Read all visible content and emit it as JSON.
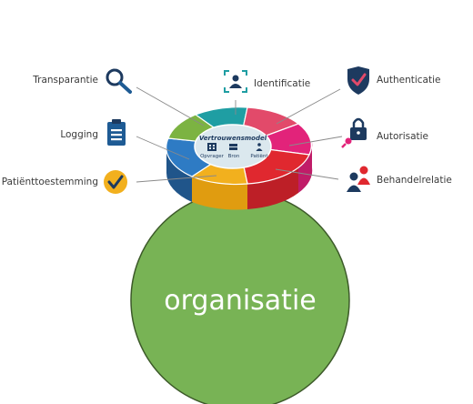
{
  "diagram": {
    "center_label": "organisatie",
    "hub": {
      "title": "Vertrouwensmodel",
      "roles": [
        "Opvrager",
        "Bron",
        "Patiënt"
      ]
    },
    "features": [
      {
        "label": "Transparantie",
        "icon": "magnifier-icon",
        "color": "#7cb342"
      },
      {
        "label": "Identificatie",
        "icon": "user-scan-icon",
        "color": "#1f9ea3"
      },
      {
        "label": "Authenticatie",
        "icon": "shield-check-icon",
        "color": "#e24a6a"
      },
      {
        "label": "Autorisatie",
        "icon": "padlock-key-icon",
        "color": "#e2237a"
      },
      {
        "label": "Behandelrelatie",
        "icon": "users-icon",
        "color": "#e0282f"
      },
      {
        "label": "Patiënttoestemming",
        "icon": "checkmark-circle-icon",
        "color": "#f2b01e"
      },
      {
        "label": "Logging",
        "icon": "clipboard-icon",
        "color": "#2e7bc4"
      }
    ],
    "colors": {
      "organisation_fill": "#78b355",
      "navy": "#1d3a5f",
      "dark_blue": "#1e5b94"
    }
  }
}
